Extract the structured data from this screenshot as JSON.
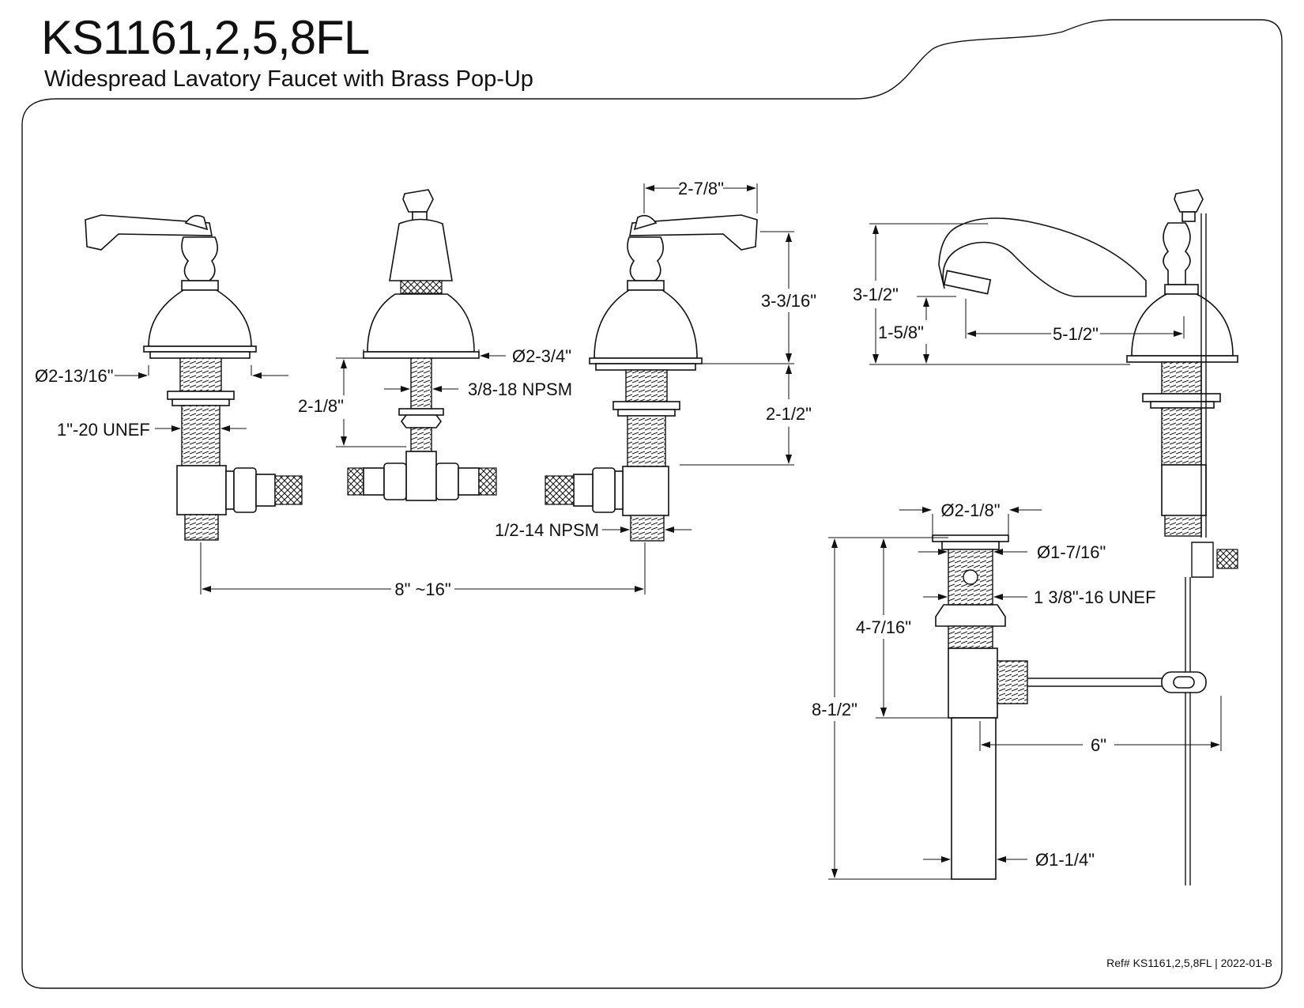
{
  "header": {
    "model": "KS1161,2,5,8FL",
    "description": "Widespread Lavatory Faucet with Brass Pop-Up"
  },
  "dimensions": {
    "handle_base_dia": "Ø2-13/16\"",
    "handle_thread": "1\"-20 UNEF",
    "spout_base_dia": "Ø2-3/4\"",
    "spout_thread": "3/8-18 NPSM",
    "spout_shank": "2-1/8\"",
    "handle_reach": "2-7/8\"",
    "handle_height": "3-3/16\"",
    "shank_length": "2-1/2\"",
    "supply_thread": "1/2-14 NPSM",
    "center_spread": "8\" ~16\"",
    "spout_height": "3-1/2\"",
    "aerator_height": "1-5/8\"",
    "spout_reach": "5-1/2\"",
    "drain_flange_dia": "Ø2-1/8\"",
    "drain_body_dia": "Ø1-7/16\"",
    "drain_thread": "1 3/8\"-16 UNEF",
    "drain_body_height": "4-7/16\"",
    "drain_total_height": "8-1/2\"",
    "pivot_rod": "6\"",
    "tailpiece_dia": "Ø1-1/4\""
  },
  "footer": {
    "ref": "Ref# KS1161,2,5,8FL | 2022-01-B"
  }
}
